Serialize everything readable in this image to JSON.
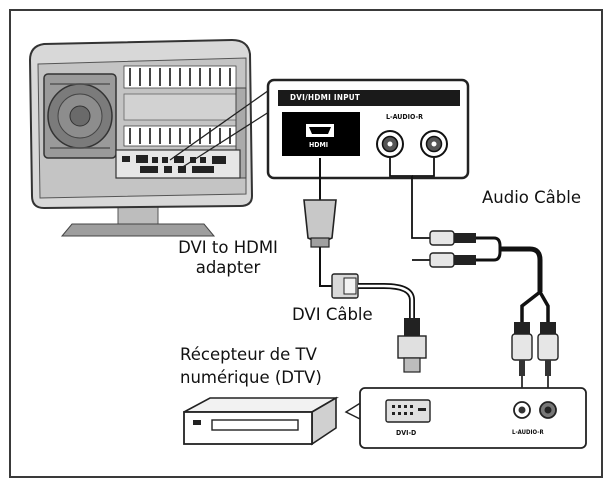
{
  "labels": {
    "audio_cable": "Audio Câble",
    "dvi_hdmi_line1": "DVI to HDMI",
    "dvi_hdmi_line2": "adapter",
    "dvi_cable": "DVI Câble",
    "receiver_line1": "Récepteur de TV",
    "receiver_line2": "numérique (DTV)"
  },
  "panel": {
    "title": "DVI/HDMI INPUT",
    "hdmi_label": "HDMI",
    "audio_label": "L-AUDIO-R"
  },
  "receiver_panel": {
    "dvi_label": "DVI-D",
    "audio_label": "L-AUDIO-R"
  }
}
